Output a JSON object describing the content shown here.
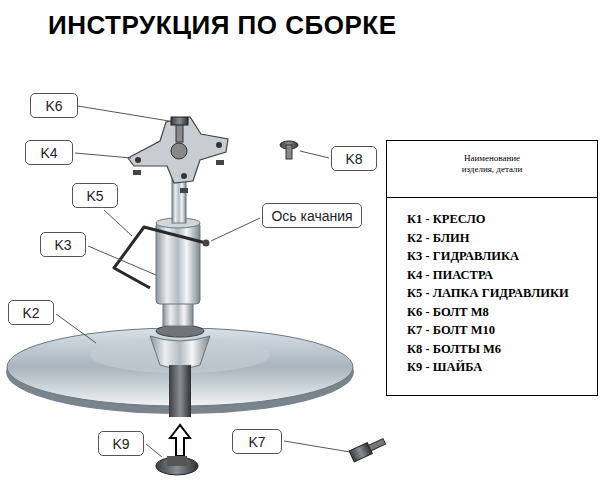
{
  "diagram": {
    "title": "ИНСТРУКЦИЯ ПО СБОРКЕ",
    "nodes": [
      {
        "text": [
          "K6"
        ]
      },
      {
        "text": [
          "K4"
        ]
      },
      {
        "text": [
          "K8"
        ]
      },
      {
        "text": [
          "K5"
        ]
      },
      {
        "text": [
          "Ось качания"
        ]
      },
      {
        "text": [
          "Наименование изделия, детали",
          "К1 - КРЕСЛО",
          "К2 - БЛИН",
          "К3 - ГИДРАВЛИКА",
          "К4 - ПИАСТРА",
          "К5 - ЛАПКА ГИДРАВЛИКИ",
          "К6 - БОЛТ М8",
          "К7 - БОЛТ М10",
          "К8 - БОЛТЫ М6",
          "К9 - ШАЙБА"
        ]
      },
      {
        "text": [
          "K3"
        ]
      },
      {
        "text": [
          "K2"
        ]
      },
      {
        "text": [
          "K9"
        ]
      },
      {
        "text": [
          "K7"
        ]
      }
    ]
  }
}
